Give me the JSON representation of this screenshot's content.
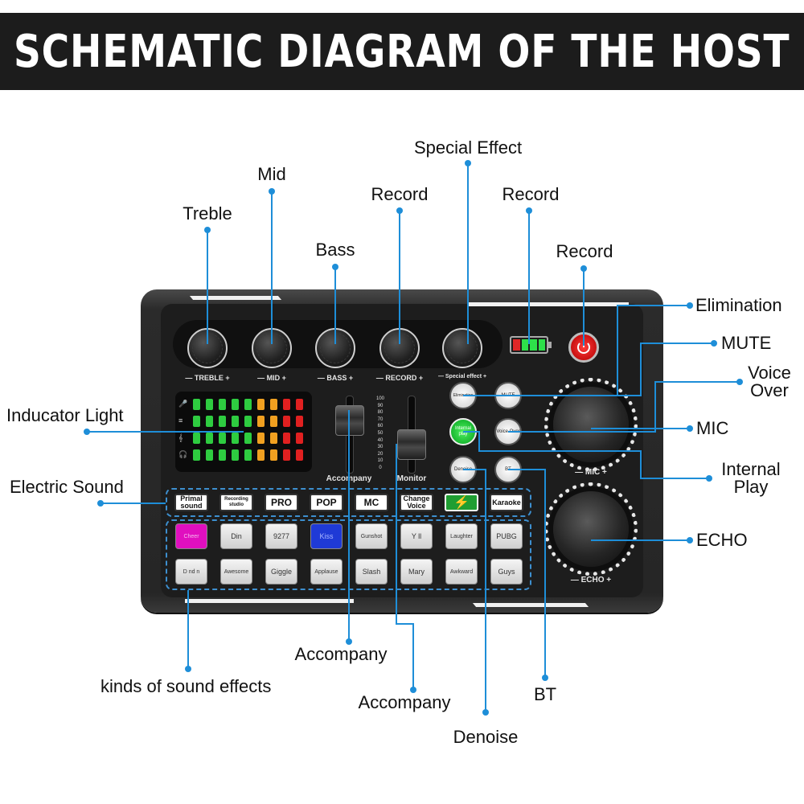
{
  "title": "SCHEMATIC DIAGRAM OF THE HOST",
  "accent_color": "#1e8ed8",
  "callouts": {
    "treble": "Treble",
    "mid": "Mid",
    "bass": "Bass",
    "record_knob": "Record",
    "special_effect": "Special Effect",
    "record_battery": "Record",
    "record_power": "Record",
    "elimination": "Elimination",
    "mute": "MUTE",
    "voice_over": "Voice\nOver",
    "mic": "MIC",
    "internal_play": "Internal\nPlay",
    "echo": "ECHO",
    "indicator_light": "Inducator Light",
    "electric_sound": "Electric Sound",
    "kinds_of_sound_effects": "kinds of sound effects",
    "accompany_1": "Accompany",
    "accompany_2": "Accompany",
    "denoise": "Denoise",
    "bt": "BT"
  },
  "device": {
    "knob_labels": [
      "— TREBLE +",
      "—  MID  +",
      "—  BASS  +",
      "— RECORD +",
      "— Special effect +"
    ],
    "fader_labels": {
      "accompany": "Accompany",
      "monitor": "Monitor"
    },
    "fader_scale": [
      "100",
      "90",
      "80",
      "70",
      "60",
      "50",
      "40",
      "30",
      "20",
      "10",
      "0"
    ],
    "side_buttons": {
      "elimination": "Elimination",
      "mute": "MUTE",
      "internal_play": "Internal play",
      "voice_over": "Voice Over",
      "denoise": "Denoise",
      "bt": "BT"
    },
    "mic_knob_label": "—  MIC  +",
    "echo_knob_label": "—  ECHO  +",
    "effect_buttons": [
      "Primal sound",
      "Recording studio",
      "PRO",
      "POP",
      "MC",
      "Change Voice",
      "⚡",
      "Karaoke"
    ],
    "pads_row1": [
      "Cheer",
      "Din",
      "9277",
      "Kiss",
      "Gunshot",
      "Y ll",
      "Laughter",
      "PUBG"
    ],
    "pads_row2": [
      "D nd n",
      "Awesome",
      "Giggle",
      "Applause",
      "Slash",
      "Mary",
      "Awkward",
      "Guys"
    ]
  }
}
